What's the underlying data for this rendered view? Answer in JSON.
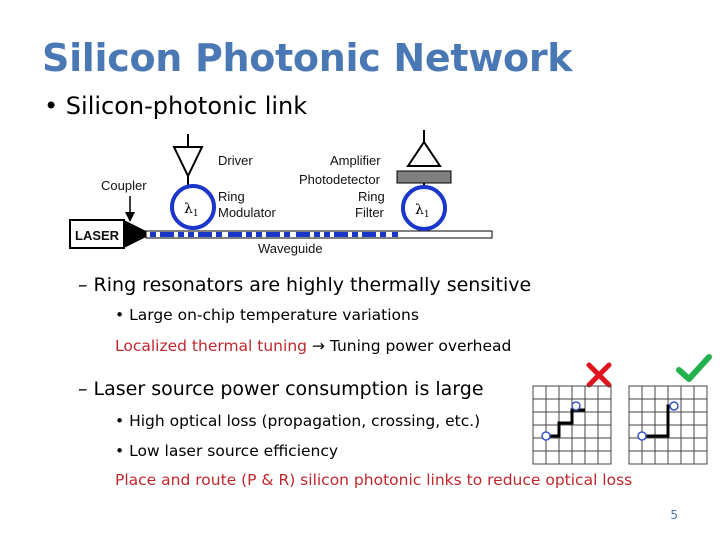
{
  "title": "Silicon Photonic Network",
  "bullet1": "Silicon-photonic link",
  "diagram": {
    "driver": "Driver",
    "coupler": "Coupler",
    "ring_mod_1": "Ring",
    "ring_mod_2": "Modulator",
    "amplifier": "Amplifier",
    "photodetector": "Photodetector",
    "ring_filter_1": "Ring",
    "ring_filter_2": "Filter",
    "laser": "LASER",
    "waveguide": "Waveguide",
    "lambda_left": "λ",
    "lambda_left_sub": "1",
    "lambda_right": "λ",
    "lambda_right_sub": "1"
  },
  "sub1": "Ring resonators are highly thermally sensitive",
  "sub1_items": {
    "item1": "Large on-chip temperature variations",
    "item2_red": "Localized thermal tuning",
    "item2_rest": "Tuning power overhead"
  },
  "sub2": "Laser source power consumption is large",
  "sub2_items": {
    "item1": "High optical loss (propagation, crossing, etc.)",
    "item2": "Low laser source efficiency",
    "conclusion": "Place and route  (P & R) silicon photonic links to reduce optical loss"
  },
  "icons": [
    "cross-icon",
    "check-icon",
    "arrow-right-icon"
  ],
  "colors": {
    "title": "#4a78b5",
    "highlight": "#c0272d",
    "cross": "#e0141e",
    "check": "#22b14c"
  },
  "page_number": "5"
}
